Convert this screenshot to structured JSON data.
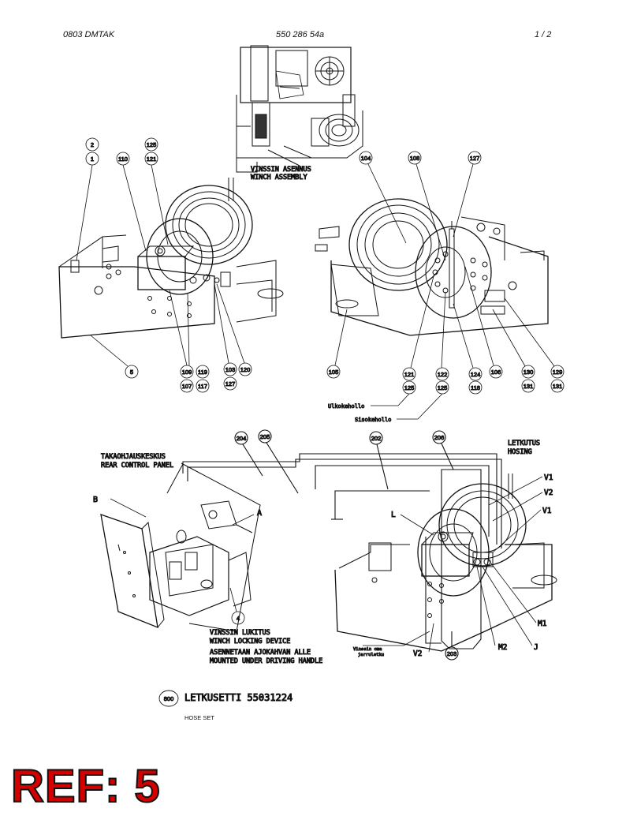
{
  "header": {
    "left": "0803 DMTAK",
    "center": "550 286 54a",
    "right": "1 /  2"
  },
  "captions": {
    "assembly": [
      "VINSSIN ASENNUS",
      "WINCH ASSEMBLY"
    ],
    "rear_panel": [
      "TAKAOHJAUSKESKUS",
      "REAR CONTROL PANEL"
    ],
    "hosing": [
      "LETKUTUS",
      "HOSING"
    ],
    "locking": [
      "VINSSIN LUKITUS",
      "WINCH LOCKING DEVICE"
    ],
    "mounted": [
      "ASENNETAAN AJOKAHVAN ALLE",
      "MOUNTED UNDER DRIVING HANDLE"
    ],
    "outer_side": "Ulkokehollo",
    "inner_side": "Sisokehollo",
    "brake_hose": [
      "Vinssin oma",
      "jarruletku"
    ]
  },
  "hose_set": {
    "ref": "800",
    "title": "LETKUSETTI 55031224",
    "subtitle": "HOSE SET"
  },
  "callouts": {
    "n1": "2",
    "n2": "1",
    "n3": "110",
    "n4": "125",
    "n5": "121",
    "n6": "104",
    "n7": "108",
    "n8": "127",
    "n9": "5",
    "n10": "109",
    "n11": "107",
    "n12": "119",
    "n13": "117",
    "n14": "103",
    "n15": "127",
    "n16": "120",
    "n17": "105",
    "n18": "121",
    "n19": "125",
    "n20": "122",
    "n21": "125",
    "n22": "124",
    "n23": "118",
    "n24": "106",
    "n25": "130",
    "n26": "131",
    "n27": "129",
    "n28": "131",
    "n29": "204",
    "n30": "205",
    "n31": "202",
    "n32": "206",
    "n33": "4",
    "n34": "203"
  },
  "letters": {
    "B": "B",
    "A": "A",
    "L": "L",
    "V1a": "V1",
    "V2a": "V2",
    "V1b": "V1",
    "M1": "M1",
    "M2": "M2",
    "J": "J",
    "V2b": "V2"
  },
  "ref_banner": "REF: 5"
}
